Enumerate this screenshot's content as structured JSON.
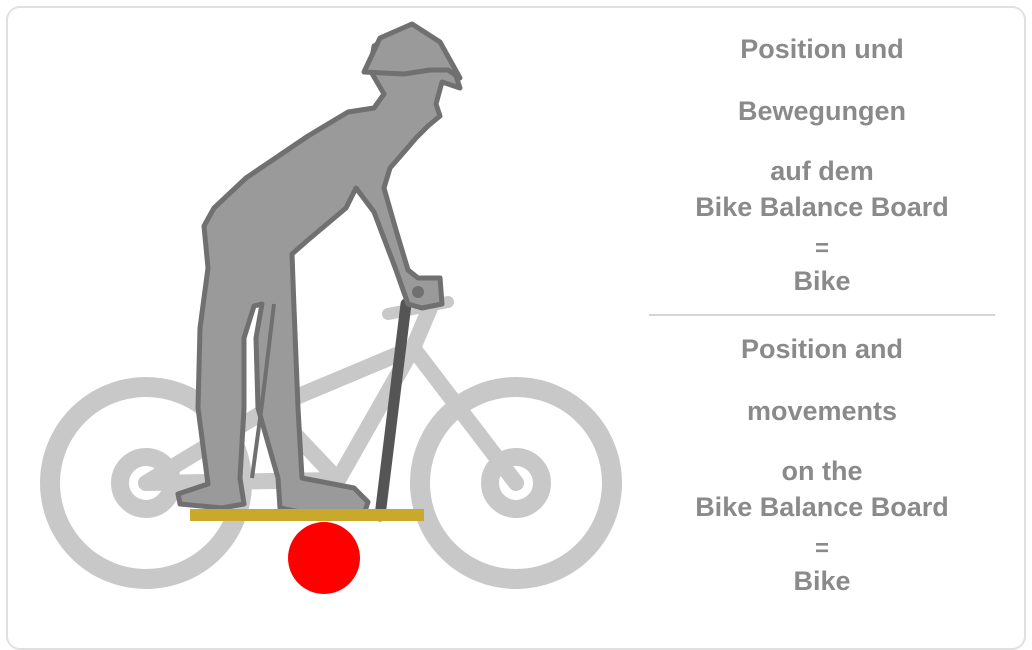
{
  "colors": {
    "bike": "#c8c8c8",
    "rider_fill": "#9a9a9a",
    "rider_stroke": "#707070",
    "stick": "#555555",
    "board": "#c9a92c",
    "ball": "#ff0000",
    "text": "#8a8a8a",
    "divider": "#d6d6d6"
  },
  "illustration": {
    "bike_name": "bike-icon",
    "rider_name": "rider-icon",
    "board_name": "balance-board-icon",
    "ball_name": "balance-ball-icon"
  },
  "text_german": {
    "line1": "Position und",
    "line2": "Bewegungen",
    "line3": "auf dem",
    "line4": "Bike Balance Board",
    "equals": "=",
    "result": "Bike"
  },
  "text_english": {
    "line1": "Position and",
    "line2": "movements",
    "line3": "on the",
    "line4": "Bike Balance Board",
    "equals": "=",
    "result": "Bike"
  }
}
